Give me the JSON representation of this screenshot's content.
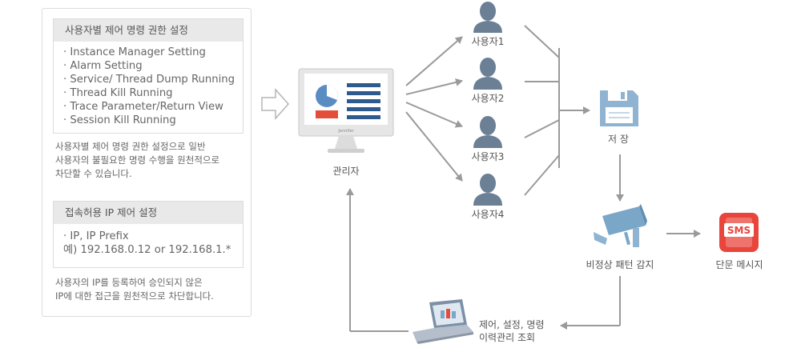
{
  "left_panel": {
    "box1": {
      "header": "사용자별 제어 명령 권한 설정",
      "items": [
        "· Instance Manager Setting",
        "· Alarm Setting",
        "· Service/ Thread Dump Running",
        "· Thread Kill Running",
        "· Trace Parameter/Return View",
        "· Session Kill Running"
      ]
    },
    "desc1": [
      "사용자별 제어 명령 권한 설정으로 일반",
      "사용자의 불필요한 명령 수행을 원천적으로",
      "차단할 수 있습니다."
    ],
    "box2": {
      "header": "접속허용 IP 제어 설정",
      "items": [
        "· IP, IP Prefix",
        "예) 192.168.0.12 or 192.168.1.*"
      ]
    },
    "desc2": [
      "사용자의 IP를 등록하여 승인되지 않은",
      "IP에 대한 접근을 원천적으로 차단합니다."
    ]
  },
  "diagram": {
    "admin_label": "관리자",
    "monitor_brand": "Jennifer",
    "users": [
      "사용자1",
      "사용자2",
      "사용자3",
      "사용자4"
    ],
    "storage_label": "저 장",
    "detect_label": "비정상 패턴 감지",
    "sms_label": "단문 메시지",
    "sms_badge": "SMS",
    "history_label": [
      "제어, 설정, 명령",
      "이력관리 조회"
    ]
  },
  "colors": {
    "arrow": "#9a9a9a",
    "user_icon": "#6b7f95",
    "storage": "#8fb3d1",
    "sms": "#e8453c",
    "monitor_blue": "#2e5a8e"
  }
}
